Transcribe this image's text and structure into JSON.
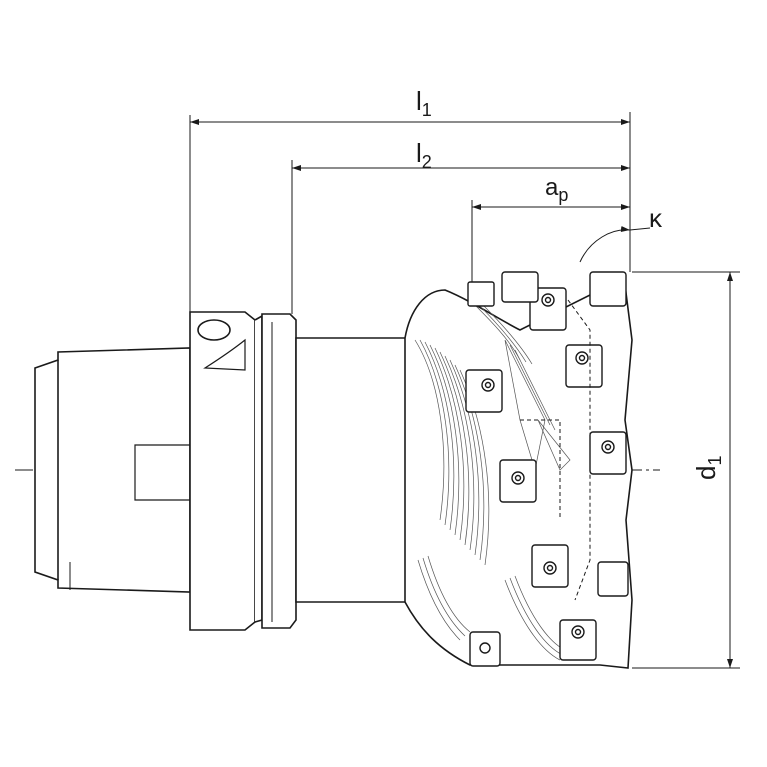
{
  "dimensions": {
    "l1": {
      "main": "l",
      "sub": "1"
    },
    "l2": {
      "main": "l",
      "sub": "2"
    },
    "ap": {
      "main": "a",
      "sub": "p"
    },
    "kappa": {
      "main": "κ"
    },
    "d1": {
      "main": "d",
      "sub": "1"
    }
  },
  "colors": {
    "line": "#1a1a1a",
    "hatch": "#555555",
    "fill": "#ffffff"
  }
}
